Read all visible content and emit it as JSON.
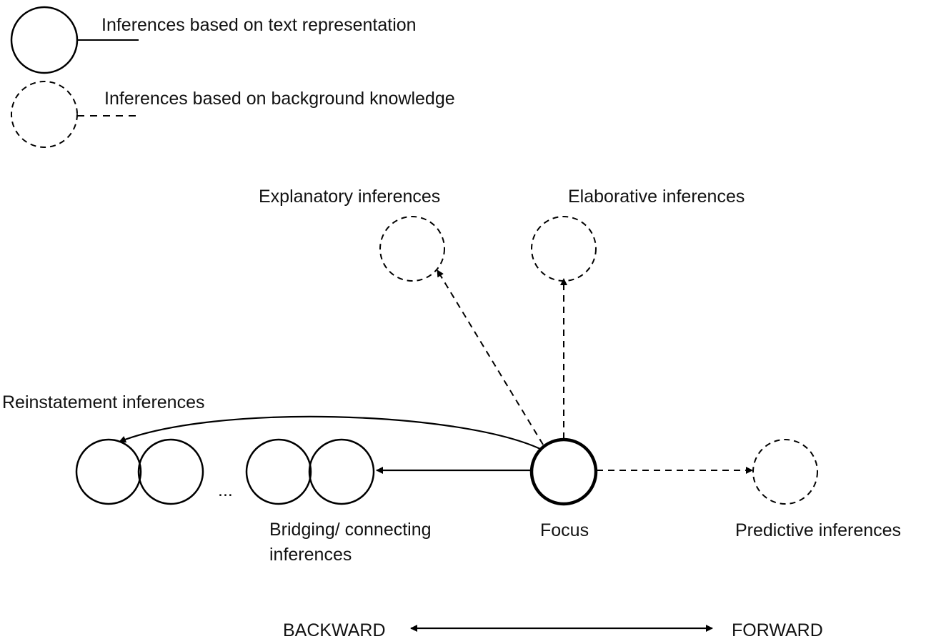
{
  "legend": {
    "solid_label": "Inferences based on text representation",
    "dashed_label": "Inferences based on background knowledge"
  },
  "nodes": {
    "explanatory_label": "Explanatory inferences",
    "elaborative_label": "Elaborative inferences",
    "reinstatement_label": "Reinstatement inferences",
    "ellipsis": "...",
    "bridging_label_line1": "Bridging/ connecting",
    "bridging_label_line2": "inferences",
    "focus_label": "Focus",
    "predictive_label": "Predictive inferences"
  },
  "axis": {
    "backward_label": "BACKWARD",
    "forward_label": "FORWARD"
  },
  "colors": {
    "stroke": "#000000",
    "text": "#111111",
    "background": "#ffffff"
  }
}
